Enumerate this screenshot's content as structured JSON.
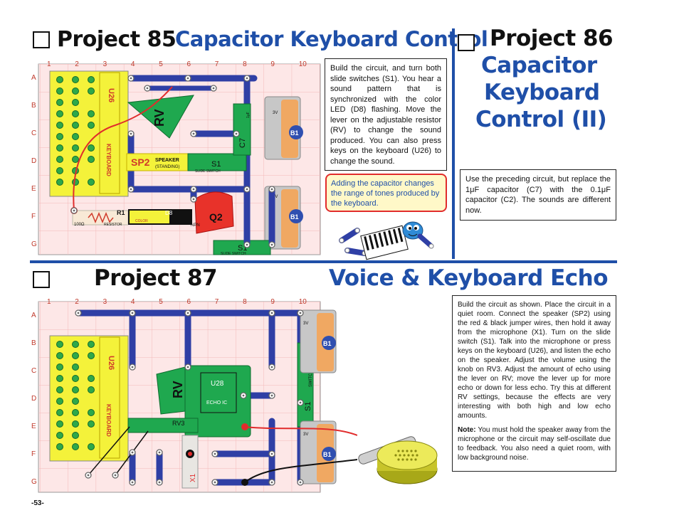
{
  "project85": {
    "number_label": "Project 85",
    "title": "Capacitor Keyboard Control",
    "description": "Build the circuit, and turn both slide switches (S1). You hear a sound pattern that is synchronized with the color LED (D8) flashing. Move the lever on the adjustable resistor (RV) to change the sound produced. You can also press keys on the keyboard (U26) to change the sound.",
    "callout": "Adding the capacitor changes the range of tones produced by the keyboard."
  },
  "project86": {
    "number_label": "Project 86",
    "title_line1": "Capacitor",
    "title_line2": "Keyboard",
    "title_line3": "Control (II)",
    "description": "Use the preceding circuit, but replace the 1μF capacitor (C7) with the 0.1μF capacitor (C2). The sounds are different now."
  },
  "project87": {
    "number_label": "Project 87",
    "title": "Voice & Keyboard Echo",
    "description": "Build the circuit as shown. Place the circuit in a quiet room. Connect the speaker (SP2) using the red & black jumper wires, then hold it away from the microphone (X1). Turn on the slide switch (S1). Talk into the microphone or press keys on the keyboard (U26), and listen the echo on the speaker. Adjust the volume using the knob on RV3. Adjust the amount of echo using the lever on RV; move the lever up for more echo or down for less echo. Try this at different RV settings, because the effects are very interesting with both high and low echo amounts.",
    "note_label": "Note:",
    "note_text": " You must hold the speaker away from the microphone or the circuit may self-oscillate due to feedback. You also need a quiet room, with low background noise."
  },
  "page_number": "-53-",
  "grid": {
    "columns": [
      "1",
      "2",
      "3",
      "4",
      "5",
      "6",
      "7",
      "8",
      "9",
      "10"
    ],
    "rows": [
      "A",
      "B",
      "C",
      "D",
      "E",
      "F",
      "G"
    ]
  },
  "parts85": {
    "keyboard": "U26",
    "keyboard_label": "KEYBOARD",
    "rv": "RV",
    "speaker": "SP2",
    "speaker_label": "SPEAKER",
    "speaker_sub": "(STANDING)",
    "switch": "S1",
    "switch_label": "SLIDE SWITCH",
    "battery": "B1",
    "battery_v": "3V",
    "cap": "C7",
    "cap_val": "1μF",
    "resistor": "R1",
    "resistor_val": "100Ω",
    "resistor_label": "RESISTOR",
    "led": "D8",
    "led_label": "COLOR",
    "transistor": "Q2",
    "transistor_label": "NPN"
  },
  "parts87": {
    "keyboard": "U26",
    "keyboard_label": "KEYBOARD",
    "rv": "RV",
    "rv3": "RV3",
    "echo": "U28",
    "echo_label": "ECHO IC",
    "mic": "X1",
    "switch": "S1",
    "switch_label": "SWITCH",
    "battery": "B1",
    "battery_v": "3V"
  },
  "colors": {
    "blue": "#1f4fa8",
    "red": "#e12c2c",
    "yellow": "#f2f230",
    "board_grid": "#f3c2c2"
  }
}
